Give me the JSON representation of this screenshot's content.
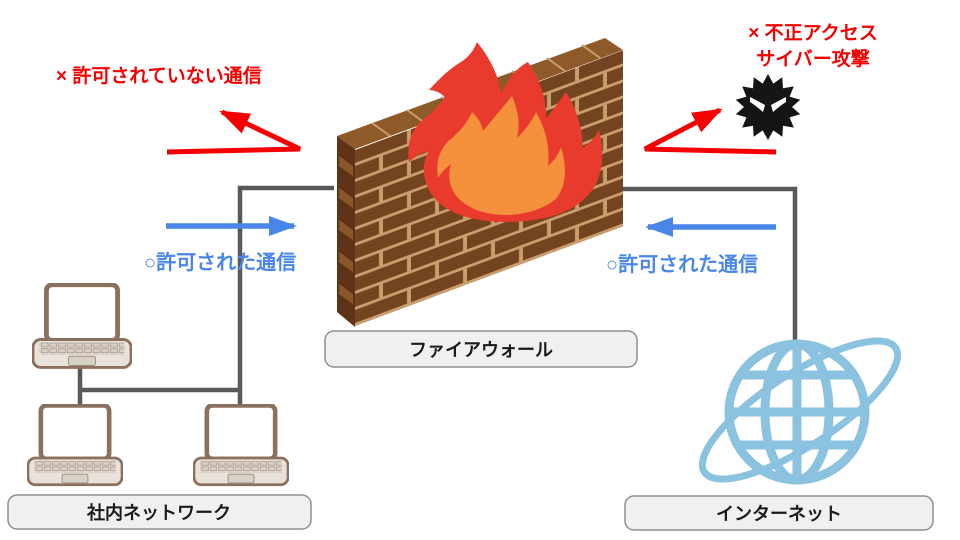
{
  "labels": {
    "firewall": "ファイアウォール",
    "internal_network": "社内ネットワーク",
    "internet": "インターネット"
  },
  "annotations": {
    "blocked_outbound": "× 許可されていない通信",
    "blocked_inbound_line1": "× 不正アクセス",
    "blocked_inbound_line2": "サイバー攻撃",
    "allowed_outbound": "○許可された通信",
    "allowed_inbound": "○許可された通信"
  },
  "icons": {
    "firewall": "brick-wall-with-fire-icon",
    "internal_network": "laptop-icon-x3",
    "internet": "globe-orbit-icon",
    "threat": "malware-spiky-ball-icon"
  },
  "palette": {
    "red": "#f40000",
    "blue": "#4a86e8",
    "gray_line": "#595959",
    "box_fill": "#f0f0f0",
    "box_border": "#8f8f8f",
    "label_text": "#1a1a1a",
    "brick": "#744320",
    "brick_mortar": "#c99e6c",
    "brick_side": "#5f3318",
    "brick_top": "#8f5a2a",
    "fire_outer": "#e93b2d",
    "fire_inner": "#f5913d",
    "virus": "#151515",
    "globe": "#8ac2e0"
  }
}
